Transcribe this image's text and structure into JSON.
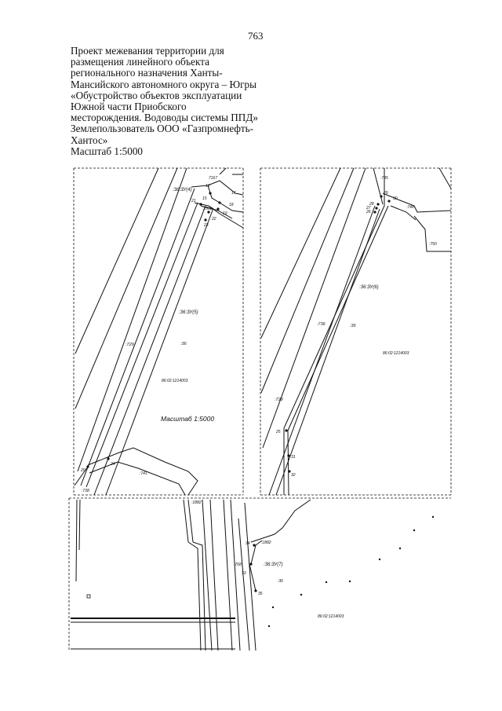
{
  "page": {
    "number": "763",
    "title_lines": [
      "Проект межевания территории для",
      "размещения линейного объекта",
      "регионального назначения Ханты-",
      "Мансийского автономного округа – Югры",
      "«Обустройство объектов эксплуатации",
      "Южной части Приобского",
      "месторождения. Водоводы системы ППД»",
      "Землепользователь  ООО «Газпромнефть-",
      "Хантос»"
    ],
    "scale": "Масштаб 1:5000"
  },
  "panel1": {
    "parcel_label": ":36:ЗУ(4)",
    "point_7167": "7167",
    "point_16": "16",
    "point_17": "17",
    "point_15": "15",
    "point_21": "21",
    "point_18": "18",
    "point_2508": ":2508",
    "point_19": "19",
    "point_22": "22",
    "point_23": "23",
    "parcel_label_5": ":36:ЗУ(5)",
    "label_729": ":729",
    "label_36": ":36",
    "cadastral": "86:02:1214003",
    "scale_inner": "Масштаб 1:5000",
    "point_20": "20",
    "point_24": "24",
    "label_741": ":741",
    "label_738": ":738"
  },
  "panel2": {
    "label_735": ":735",
    "point_29": "29",
    "point_30": "30",
    "point_28": "28",
    "point_27": "27",
    "point_26": "26",
    "label_748": ":748",
    "label_750": ":750",
    "parcel_label_6": ":36:ЗУ(6)",
    "label_736": ":736",
    "label_36": ":36",
    "cadastral": "86:02:1214003",
    "label_729": ":729",
    "point_25": "25",
    "point_31": "31",
    "point_32": "32"
  },
  "panel3": {
    "label_1882_a": ":1882",
    "point_34": "34",
    "label_1882_b": ":1882",
    "label_768": ":768",
    "parcel_label_7": ":36:ЗУ(7)",
    "point_33": "33",
    "label_36": ":36",
    "point_35": "35",
    "cadastral": "86:02:1214003"
  }
}
